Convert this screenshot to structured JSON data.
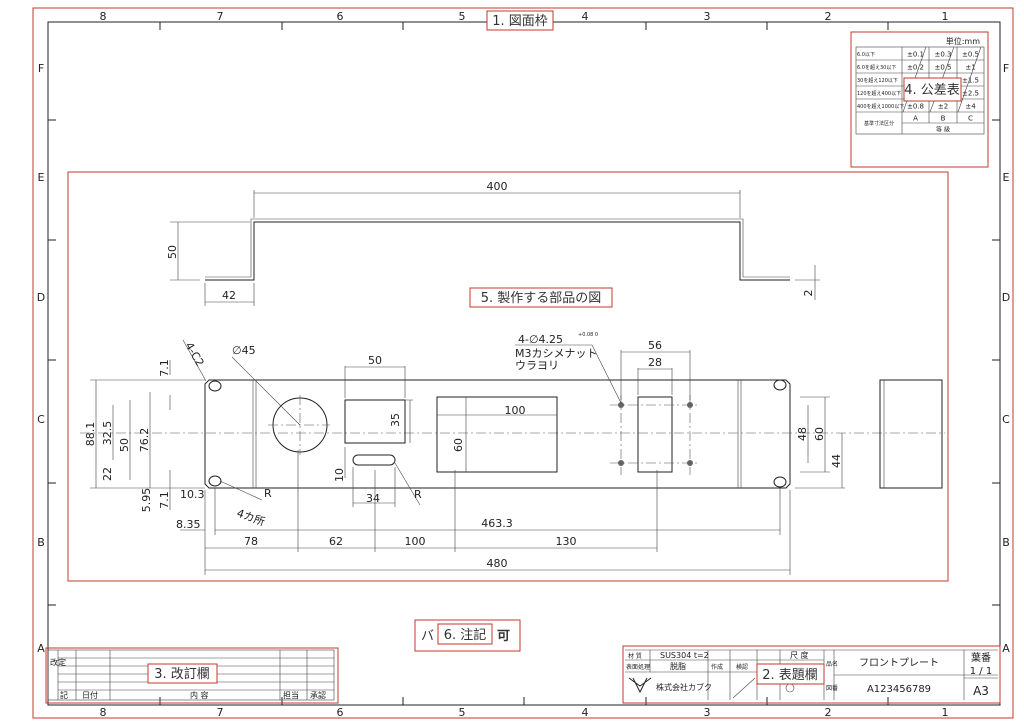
{
  "frame": {
    "columns": [
      "8",
      "7",
      "6",
      "5",
      "4",
      "3",
      "2",
      "1"
    ],
    "rows": [
      "F",
      "E",
      "D",
      "C",
      "B",
      "A"
    ],
    "label": "1. 図面枠"
  },
  "tolerance": {
    "label": "4. 公差表",
    "unit": "単位:mm",
    "rows": [
      [
        "6.0以下",
        "±0.1",
        "±0.3",
        "±0.5"
      ],
      [
        "6.0を超え30以下",
        "±0.2",
        "±0.5",
        "±1"
      ],
      [
        "30を超え120以下",
        "",
        "",
        "±1.5"
      ],
      [
        "120を超え400以下",
        "",
        "",
        "±2.5"
      ],
      [
        "400を超え1000以下",
        "±0.8",
        "±2",
        "±4"
      ]
    ],
    "header": "基準寸法区分",
    "grades": [
      "A",
      "B",
      "C"
    ],
    "grade_label": "等 級"
  },
  "part": {
    "label": "5. 製作する部品の図",
    "dims": {
      "d400": "400",
      "d50a": "50",
      "d42": "42",
      "d2": "2",
      "c2": "4-C2",
      "phi45": "∅45",
      "d50b": "50",
      "d35": "35",
      "d100a": "100",
      "d60a": "60",
      "hole": "4-∅4.25",
      "tol": "+0.08 0",
      "nut1": "M3カシメナット",
      "nut2": "ウラヨリ",
      "d56": "56",
      "d28": "28",
      "d48": "48",
      "d60b": "60",
      "d44": "44",
      "d71a": "7.1",
      "d881": "88.1",
      "d325": "32.5",
      "d50c": "50",
      "d762": "76.2",
      "d22": "22",
      "d595": "5.95",
      "d71b": "7.1",
      "d103": "10.3",
      "r1": "R",
      "r_count": "4カ所",
      "d10": "10",
      "d34": "34",
      "r2": "R",
      "d835": "8.35",
      "d4633": "463.3",
      "d78": "78",
      "d62": "62",
      "d100b": "100",
      "d130": "130",
      "d480": "480"
    }
  },
  "notes": {
    "label": "6. 注記",
    "left": "バ",
    "right": "可"
  },
  "revision": {
    "label": "3. 改訂欄",
    "side": "改定",
    "mark": "記",
    "date": "日付",
    "content": "内 容",
    "person": "担当",
    "approve": "承認"
  },
  "title_block": {
    "label": "2. 表題欄",
    "material_label": "材 質",
    "material": "SUS304 t=2",
    "surface_label": "表面処理",
    "surface": "脱脂",
    "created": "作成",
    "checked": "検認",
    "scale": "尺 度",
    "name_label": "品名",
    "part_name": "フロントプレート",
    "drawing_no_label": "図番",
    "drawing_no": "A123456789",
    "sheet_label": "葉番",
    "sheet": "1 / 1",
    "size": "A3",
    "company": "株式会社カブク"
  }
}
